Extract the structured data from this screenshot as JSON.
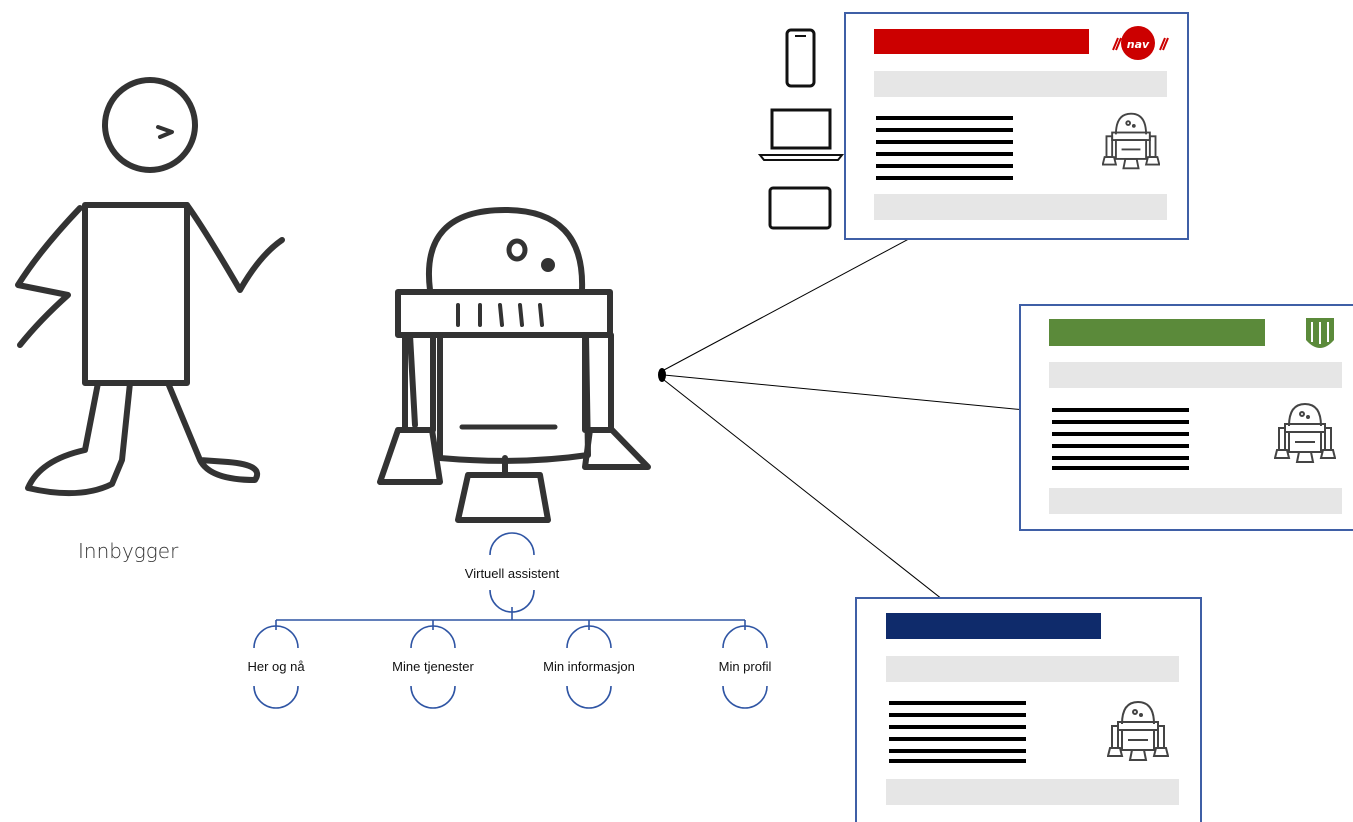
{
  "person": {
    "label": "Innbygger"
  },
  "hierarchy": {
    "root": "Virtuell assistent",
    "children": [
      "Her og nå",
      "Mine tjenester",
      "Min informasjon",
      "Min profil"
    ]
  },
  "sites": [
    {
      "name": "nav-site",
      "header_color": "#cc0000",
      "logo_text": "nav"
    },
    {
      "name": "green-site",
      "header_color": "#5b8a3a",
      "logo_text": ""
    },
    {
      "name": "blue-site",
      "header_color": "#0f2b6b",
      "logo_text": ""
    }
  ],
  "devices": [
    "phone-icon",
    "laptop-icon",
    "tablet-icon"
  ],
  "colors": {
    "frame": "#3f5fa6",
    "placeholder": "#e6e6e6",
    "ink": "#333333",
    "connector": "#2f55a4"
  }
}
